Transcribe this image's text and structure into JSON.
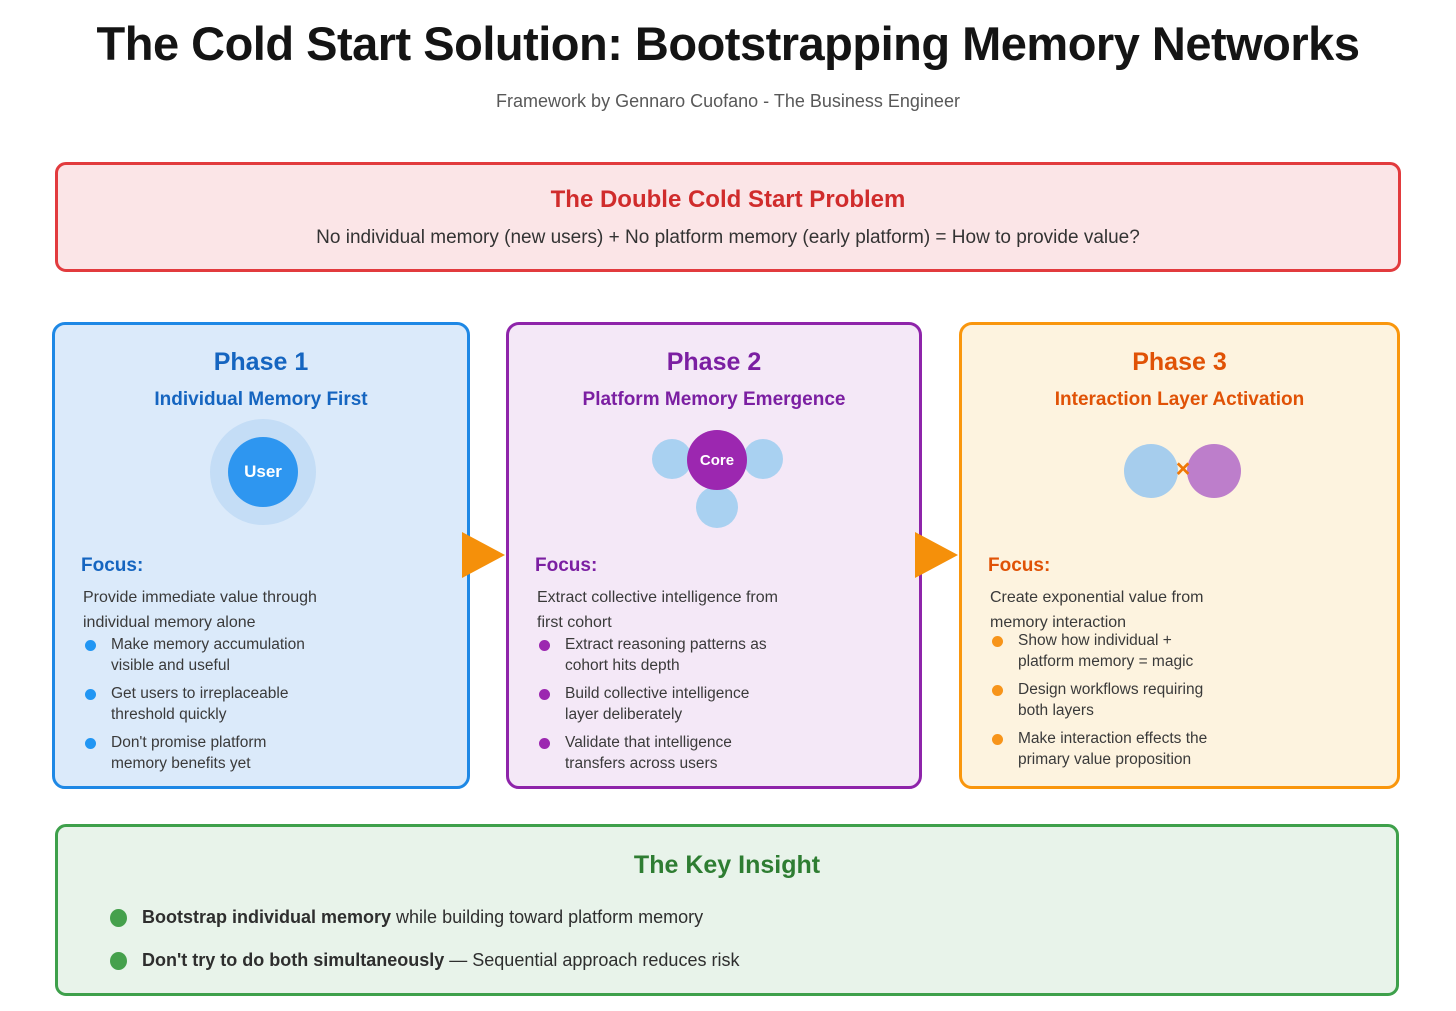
{
  "page": {
    "title": "The Cold Start Solution: Bootstrapping Memory Networks",
    "subtitle": "Framework by Gennaro Cuofano - The Business Engineer"
  },
  "problem": {
    "title": "The Double Cold Start Problem",
    "body": "No individual memory (new users) + No platform memory (early platform) = How to provide value?"
  },
  "phases": [
    {
      "title": "Phase 1",
      "subtitle": "Individual Memory First",
      "diagram": {
        "label": "User"
      },
      "focus_label": "Focus:",
      "description": "Provide immediate value through individual memory alone",
      "bullets": [
        "Make memory accumulation visible and useful",
        "Get users to irreplaceable threshold quickly",
        "Don't promise platform memory benefits yet"
      ]
    },
    {
      "title": "Phase 2",
      "subtitle": "Platform Memory Emergence",
      "diagram": {
        "label": "Core"
      },
      "focus_label": "Focus:",
      "description": "Extract collective intelligence from first cohort",
      "bullets": [
        "Extract reasoning patterns as cohort hits depth",
        "Build collective intelligence layer deliberately",
        "Validate that intelligence transfers across users"
      ]
    },
    {
      "title": "Phase 3",
      "subtitle": "Interaction Layer Activation",
      "diagram": {
        "symbol": "×"
      },
      "focus_label": "Focus:",
      "description": "Create exponential value from memory interaction",
      "bullets": [
        "Show how individual + platform memory = magic",
        "Design workflows requiring both layers",
        "Make interaction effects the primary value proposition"
      ]
    }
  ],
  "insight": {
    "title": "The Key Insight",
    "bullets": [
      {
        "bold": "Bootstrap individual memory",
        "rest": " while building toward platform memory"
      },
      {
        "bold": "Don't try to do both simultaneously",
        "rest": " — Sequential approach reduces risk"
      }
    ]
  },
  "palette": {
    "problem_red": "#D02C2C",
    "phase1_blue": "#1565C0",
    "phase2_purple": "#7B1FA2",
    "phase3_orange": "#E05206",
    "insight_green": "#2E7D32",
    "arrow_orange": "#F5900A"
  }
}
